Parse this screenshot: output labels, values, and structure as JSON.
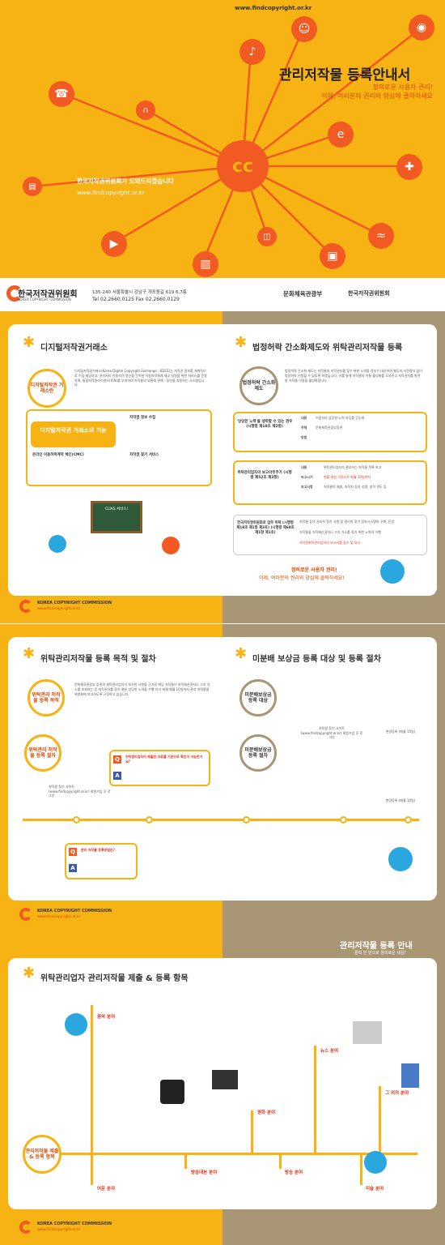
{
  "cover": {
    "url_top": "www.findcopyright.or.kr",
    "title": "관리저작물 등록안내서",
    "subtitle1": "정의로운 사용자 권리!",
    "subtitle2": "이제, 여러분의 권리와 양심에 클릭하세요",
    "tagline": "한국저작권위원회가 도와드리겠습니다",
    "url": "www.findcopyright.or.kr",
    "org_name": "한국저작권위원회",
    "org_sub": "KOREA COPYRIGHT COMMISSION",
    "address": "135-240 서울특별시 강남구 개포동길 619 6,7층",
    "tel": "Tel  02.2660.0125   Fax  02.2660.0129",
    "ministry": "문화체육관광부",
    "org_name2": "한국저작권위원회"
  },
  "page2": {
    "left_title": "디지털저작권거래소",
    "left_circle": "디지털저작권 거래소란",
    "left_para": "디지털저작권거래소(Korea Digital Copyright Exchange : KDCE)는 저작권 정보를 체계적으로 수집·제공하고, 권리처리 이용자간 정산을 간이한 이용허락체계 제공 지원을 위한 서비스를 운영하며, 통합저작권라이센스(ICN)를 부여하여 저작물의 유통에 관해 · 정산을 지원하는 시스템입니다.",
    "functions_title": "디지털저작권 거래소의 기능",
    "func_right_head": "저작권 정보 수집",
    "func_left_head": "온라인 이용허락계약 체인(CMC)",
    "func_right2_head": "저작권 찾기 서비스",
    "right_title": "법정허락 간소화제도와 위탁관리저작물 등록",
    "right_circle": "법정허락 간소화제도",
    "right_para": "법정허락 간소화 제도는 저작물의 저작권자를 찾기 위한 노력을 정부가 대신하여 별도의 사전절차 없이 법정허락 신청할 수 있도록 하였습니다. 이를 통해 저작물의 유통 활성화를 도와주고 저작권자를 발견한 저작물 이용을 활성화합니다.",
    "case_label": "'상당한 노력'을 생략할 수 있는 경우 (시행령 제18조 제2항)",
    "row_naeyong": "내용",
    "row_jucheo": "주체",
    "row_jucheo_val": "문화체육관광부장관",
    "row_bangbeob": "방법",
    "row_naeyong_val": "이용자의 상당한 노력 의무를 간소화",
    "report_label": "위탁관리업자의 보고의무추가 (시행령 제52조 제3항)",
    "r1": "내용",
    "r1v": "위탁관리업자가 관리하는 저작물 목록 보고",
    "r2": "보고시기",
    "r2v": "현황 명칭 기준으로 매월 10일까지",
    "r3": "보고사항",
    "r3v": "저작물의 제호, 저작자 등의 성명, 창작 연도 등",
    "duty_label": "한국저작권위원회로 업무 위탁 (시행령 제18조 제1항 제3호) (시행령 제68조 제1항 제1호)",
    "d1": "저작물 등의 권리자 찾기 사항 및 권리자 찾기 정보시스템의 구축, 운영",
    "d2": "저작물을 저작재산권자나 그의 거소를 찾기 위한 노력의 이행",
    "d3": "저작권위탁관리업자의 보고서를 접수 및 처리",
    "slogan1": "정의로운 사용자 권리!",
    "slogan2": "이제, 여러분의 권리와 양심에 클릭하세요!",
    "speech": "CLIAS 서비스!",
    "kcc": "KOREA COPYRIGHT COMMISSION",
    "kcc_url": "www.findcopyright.or.kr"
  },
  "page3": {
    "left_title": "위탁관리저작물 등록 목적 및 절차",
    "circle1": "위탁관리 저작물 등록 목적",
    "circle2": "위탁관리 저작물 등록 절차",
    "step1": "저작권 찾기 사이트 (www.findcopyright.or.kr) 회원가입 후 로그인",
    "q1": "관리 저작물 등록방법은?",
    "q2": "위탁관리업자가 제출한 자료를 기준으로 확인이 가능한가요?",
    "right_title": "미분배 보상금 등록 대상 및 등록 절차",
    "circle3": "미분배보상금 등록 대상",
    "circle4": "미분배보상금 등록 절차",
    "s1": "저작권 찾기 사이트 (www.findcopyright.or.kr) 회원가입 후 로그인",
    "s2": "변경등록 (매월 10일)",
    "s3": "변경등록 (매월 10일)",
    "kcc": "KOREA COPYRIGHT COMMISSION",
    "kcc_url": "www.findcopyright.or.kr"
  },
  "page4": {
    "top_title": "관리저작물 등록 안내",
    "top_sub": "클릭 한 번으로 정의로운 세상!",
    "title": "위탁관리업자 관리저작물 제출 & 등록 항목",
    "circle": "관리저작물 제출 & 등록 항목",
    "cats": [
      "음악 분야",
      "뉴스 분야",
      "영화 분야",
      "그 외의 분야",
      "어문 분야",
      "방송대본 분야",
      "방송 분야",
      "미술 분야"
    ],
    "kcc": "KOREA COPYRIGHT COMMISSION",
    "kcc_url": "www.findcopyright.or.kr"
  }
}
